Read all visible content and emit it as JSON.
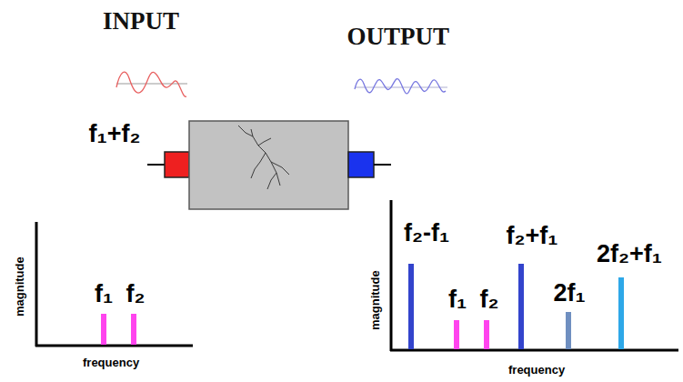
{
  "diagram": {
    "labels": [
      "INPUT",
      "OUTPUT",
      "f₁+f₂",
      "magnitude",
      "frequency",
      "f₁",
      "f₂",
      "magnitude",
      "frequency",
      "f₂-f₁",
      "f₁",
      "f₂",
      "f₂+f₁",
      "2f₁",
      "2f₂+f₁"
    ]
  }
}
